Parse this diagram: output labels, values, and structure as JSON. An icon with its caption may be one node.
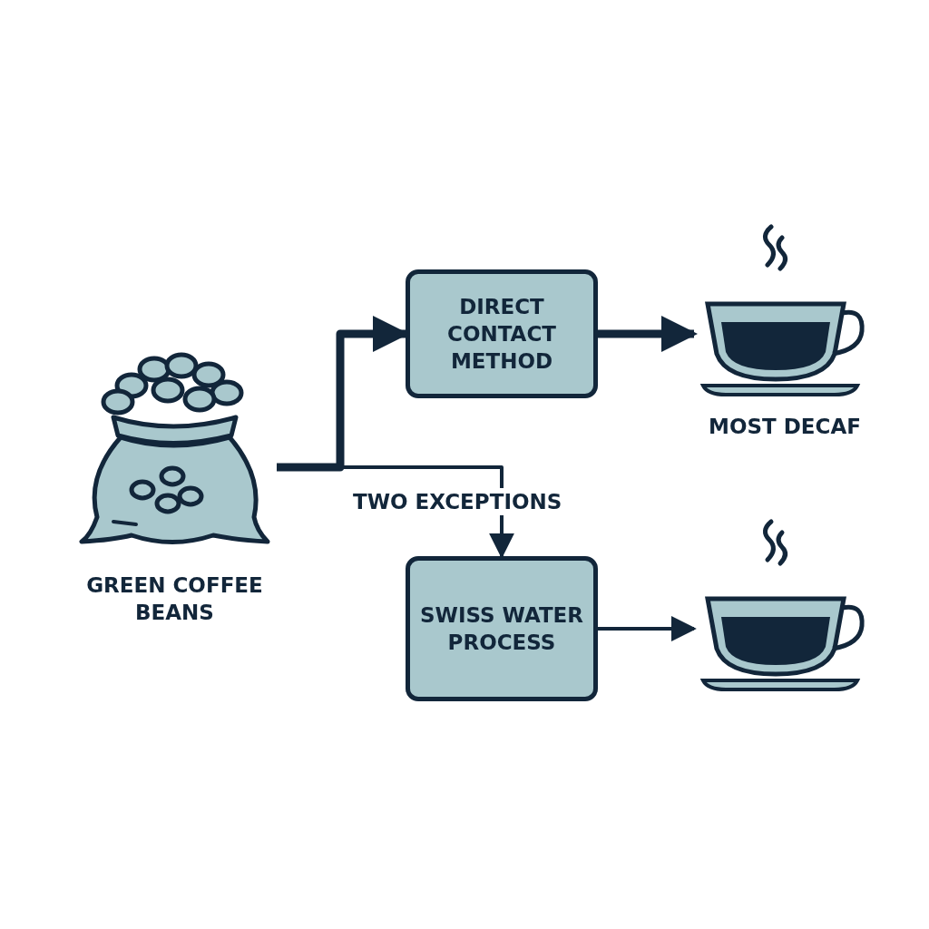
{
  "diagram": {
    "nodes": [
      {
        "text": [
          "GREEN COFFEE BEANS"
        ]
      },
      {
        "text": [
          "DIRECT CONTACT METHOD"
        ]
      },
      {
        "text": [
          "MOST DECAF"
        ]
      },
      {
        "text": [
          "SWISS WATER PROCESS"
        ]
      },
      {
        "text": [],
        "shape": "cup"
      }
    ],
    "edges": [
      {
        "from": 0,
        "to": 1,
        "arrow": "to",
        "style": "thick"
      },
      {
        "from": 1,
        "to": 2,
        "arrow": "to",
        "style": "thick"
      },
      {
        "from": 0,
        "to": 3,
        "arrow": "to",
        "label": "TWO EXCEPTIONS"
      },
      {
        "from": 3,
        "to": 4,
        "arrow": "to"
      }
    ]
  }
}
